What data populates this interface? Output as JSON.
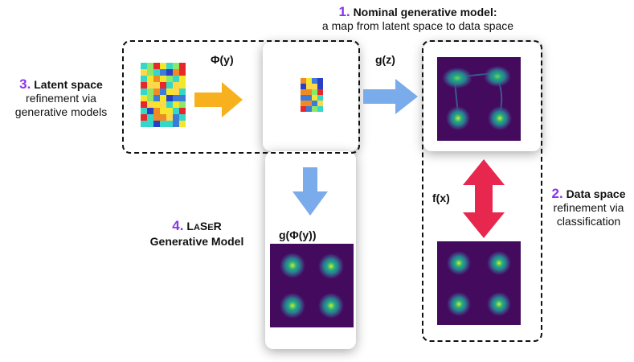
{
  "labels": {
    "step1": {
      "num": "1.",
      "title": "Nominal generative model:",
      "sub": "a map from latent space to data space"
    },
    "step2": {
      "num": "2.",
      "title": "Data space",
      "line2": "refinement via",
      "line3": "classification"
    },
    "step3": {
      "num": "3.",
      "title": "Latent space",
      "line2": "refinement via",
      "line3": "generative models"
    },
    "step4": {
      "num": "4.",
      "title_L": "L",
      "title_a": "A",
      "title_S": "S",
      "title_e": "E",
      "title_R": "R",
      "line2": "Generative Model"
    }
  },
  "functions": {
    "phi": "Φ(y)",
    "g": "g(z)",
    "f": "f(x)",
    "gphi": "g(Φ(y))"
  },
  "colors": {
    "accent_number": "#8a35e8",
    "arrow_orange": "#f7b11f",
    "arrow_blue": "#7aabea",
    "arrow_red": "#e8274f",
    "plot_bg": "#430a5d"
  }
}
